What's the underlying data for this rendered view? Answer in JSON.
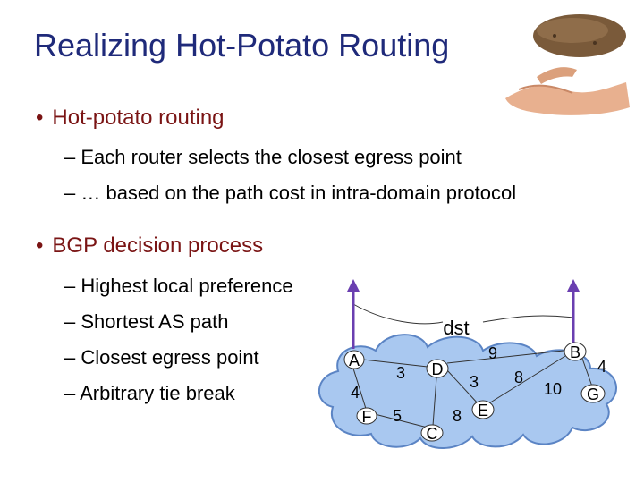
{
  "slide": {
    "title": "Realizing Hot-Potato Routing",
    "bullets": [
      {
        "text": "Hot-potato routing",
        "subs": [
          "– Each router selects the closest egress point",
          "– … based on the path cost in intra-domain protocol"
        ]
      },
      {
        "text": "BGP decision process",
        "subs": [
          "– Highest local preference",
          "– Shortest AS path",
          "– Closest egress point",
          "– Arbitrary tie break"
        ]
      }
    ]
  },
  "diagram": {
    "dst_label": "dst",
    "nodes": [
      "A",
      "B",
      "C",
      "D",
      "E",
      "F",
      "G"
    ],
    "edge_labels": [
      "3",
      "4",
      "5",
      "8",
      "3",
      "9",
      "8",
      "10",
      "4"
    ]
  },
  "colors": {
    "title": "#1f2a7a",
    "bullet": "#7a1414",
    "cloud": "#a9c8f0",
    "cloud_stroke": "#5b84c4",
    "arrow": "#6a3fb0"
  },
  "icons": [
    "potato-hands-icon"
  ]
}
